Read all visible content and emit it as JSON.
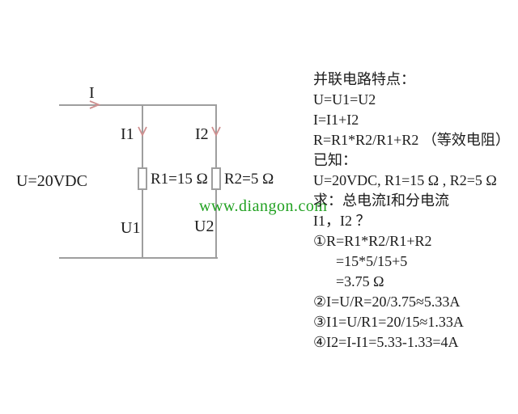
{
  "colors": {
    "wire": "#9e9e9e",
    "current_arrow": "#cf8f8f",
    "text": "#1c1c1c",
    "watermark_green": "#21a121",
    "background": "#ffffff"
  },
  "circuit": {
    "source_voltage": "U=20VDC",
    "total_current": "I",
    "branch1_current": "I1",
    "branch2_current": "I2",
    "resistor1": "R1=15 Ω",
    "resistor2": "R2=5 Ω",
    "branch1_voltage": "U1",
    "branch2_voltage": "U2"
  },
  "watermark": "www.diangon.com",
  "icons": {
    "total_current_arrow": "right-chevron-arrow",
    "branch_current_arrow": "down-chevron-arrow"
  },
  "explanation": {
    "lines": [
      "并联电路特点：",
      "U=U1=U2",
      "I=I1+I2",
      "R=R1*R2/R1+R2 （等效电阻）",
      "已知：",
      "U=20VDC, R1=15 Ω , R2=5 Ω",
      "求：总电流I和分电流",
      "I1，I2 ？",
      "①R=R1*R2/R1+R2",
      "=15*5/15+5",
      "=3.75 Ω",
      "②I=U/R=20/3.75≈5.33A",
      "③I1=U/R1=20/15≈1.33A",
      "④I2=I-I1=5.33-1.33=4A"
    ]
  }
}
